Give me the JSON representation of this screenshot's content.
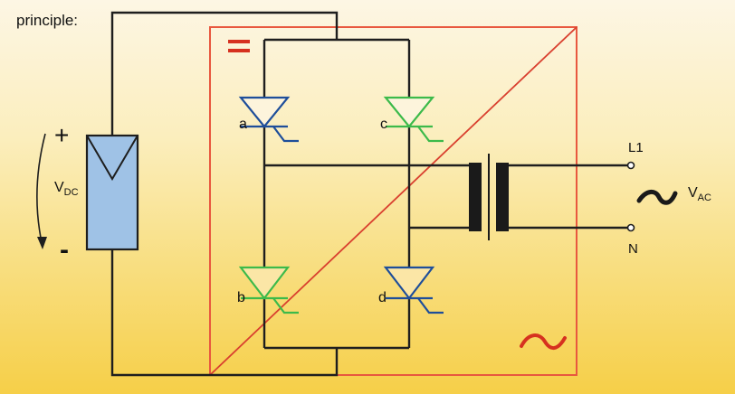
{
  "heading": "principle:",
  "source": {
    "plus": "+",
    "minus": "-",
    "voltage_main": "V",
    "voltage_sub": "DC"
  },
  "thyristors": {
    "a": "a",
    "b": "b",
    "c": "c",
    "d": "d"
  },
  "output": {
    "line_label": "L1",
    "neutral_label": "N",
    "voltage_main": "V",
    "voltage_sub": "AC",
    "ac_symbol": "~"
  },
  "inverter_box": {
    "dc_symbol": "=",
    "ac_symbol": "~"
  },
  "colors": {
    "frame": "#e8583f",
    "diagonal": "#d9402f",
    "wire": "#1e1e1e",
    "thyristor_blue": "#1e4e9a",
    "thyristor_green": "#3cba4a",
    "panel_fill": "#9fc2e6",
    "transformer_core": "#1a1a1a",
    "symbol_red": "#d6311f"
  }
}
